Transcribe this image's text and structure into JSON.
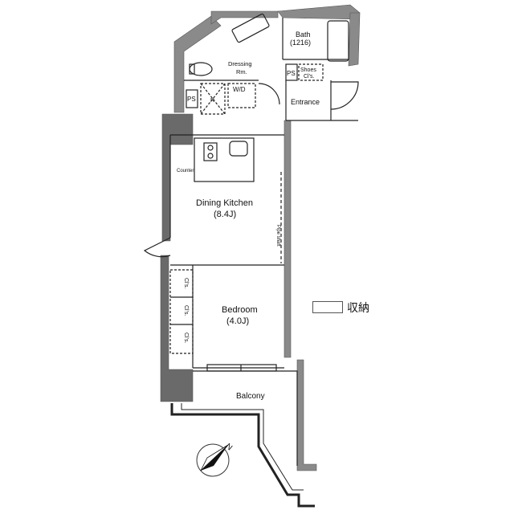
{
  "rooms": {
    "bath": "Bath",
    "bath_size": "(1216)",
    "dressing": "Dressing",
    "dressing_rm": "Rm.",
    "wd": "W/D",
    "ps_left": "PS",
    "ps_right": "PS",
    "shoes_1": "Shoes",
    "shoes_2": "Cl’s.",
    "entrance": "Entrance",
    "dining_kitchen": "Dining Kitchen",
    "dining_kitchen_size": "(8.4J)",
    "counter": "Counter",
    "bedroom": "Bedroom",
    "bedroom_size": "(4.0J)",
    "closet": "Cl’s.",
    "balcony": "Balcony",
    "pipe_shaft": "Pipe shaft",
    "r_mark": "R"
  },
  "legend": {
    "label": "収納"
  },
  "compass": {
    "north": "N"
  },
  "colors": {
    "wall": "#8a8a8a",
    "wall_dark": "#5f5f5f",
    "line": "#222222"
  }
}
